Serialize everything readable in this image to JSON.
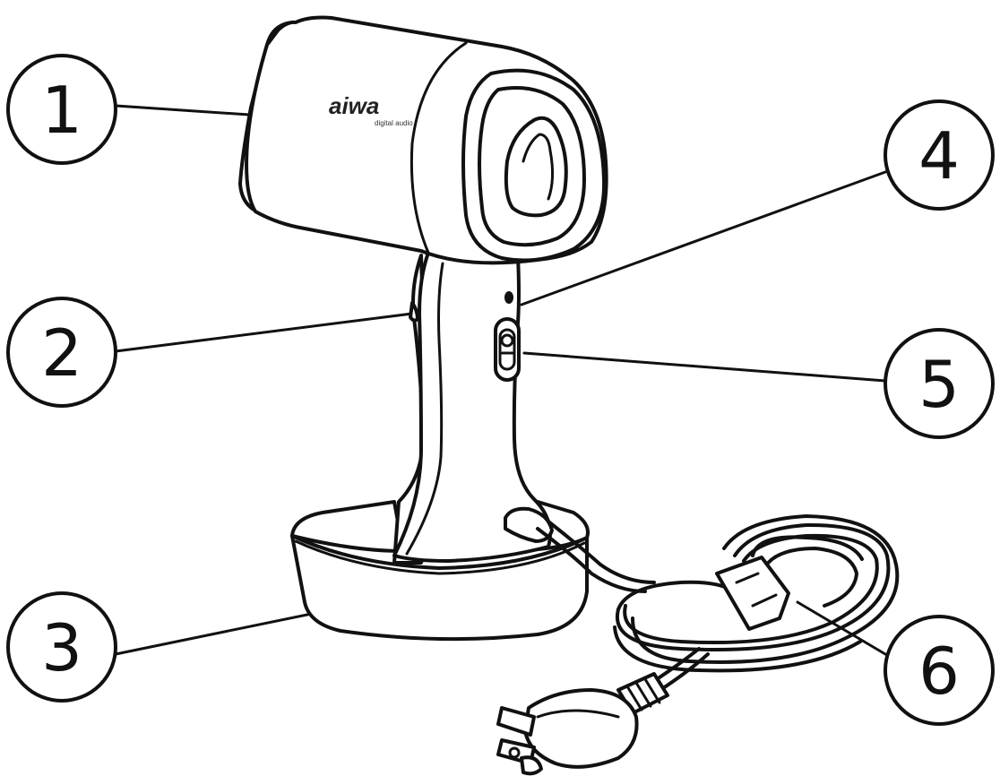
{
  "diagram": {
    "brand": {
      "name": "aiwa",
      "subtext": "digital audio"
    },
    "callouts": [
      {
        "id": "1",
        "label": "1"
      },
      {
        "id": "2",
        "label": "2"
      },
      {
        "id": "3",
        "label": "3"
      },
      {
        "id": "4",
        "label": "4"
      },
      {
        "id": "5",
        "label": "5"
      },
      {
        "id": "6",
        "label": "6"
      }
    ],
    "colors": {
      "line": "#111111",
      "background": "#ffffff"
    }
  }
}
